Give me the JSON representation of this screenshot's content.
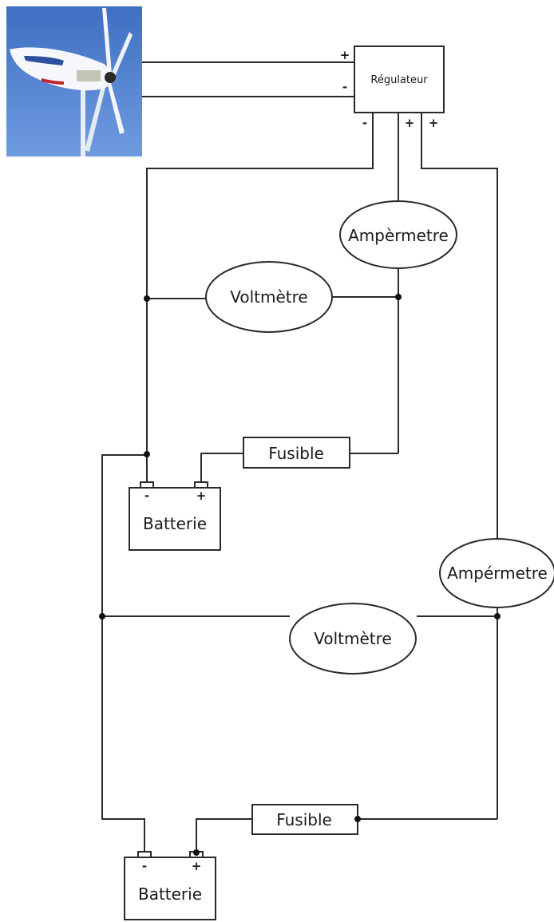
{
  "diagram": {
    "turbine": {
      "icon": "wind-turbine-photo"
    },
    "regulator": {
      "label": "Régulateur",
      "in_plus": "+",
      "in_minus": "-",
      "out_minus": "-",
      "out_plus_1": "+",
      "out_plus_2": "+"
    },
    "upper_circuit": {
      "ammeter": "Ampèrmetre",
      "voltmeter": "Voltmètre",
      "fuse": "Fusible",
      "battery": "Batterie",
      "battery_minus": "-",
      "battery_plus": "+"
    },
    "lower_circuit": {
      "ammeter": "Ampérmetre",
      "voltmeter": "Voltmètre",
      "fuse": "Fusible",
      "battery": "Batterie",
      "battery_minus": "-",
      "battery_plus": "+"
    },
    "colors": {
      "wire": "#2a2a2a",
      "sky": "#4f7fcf"
    }
  }
}
